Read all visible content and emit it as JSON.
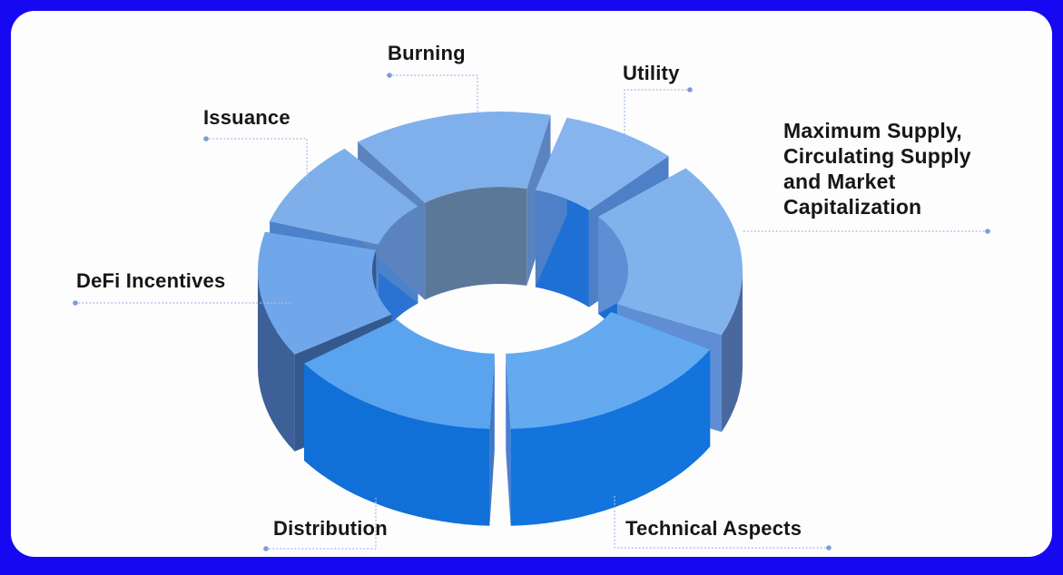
{
  "colors": {
    "frame_border": "#1708F2",
    "card_bg": "#FDFDFE",
    "label_text": "#161616",
    "leader_line": "#A9BFE3",
    "leader_dot": "#7F9BD6"
  },
  "labels": {
    "burning": "Burning",
    "utility": "Utility",
    "issuance": "Issuance",
    "max_supply": "Maximum Supply,\nCirculating Supply\nand Market\nCapitalization",
    "defi": "DeFi Incentives",
    "distribution": "Distribution",
    "technical": "Technical Aspects"
  },
  "chart_data": {
    "type": "ring-diagram",
    "description": "3D segmented donut ring with 7 labeled segments",
    "segments": [
      {
        "id": "issuance",
        "label": "Issuance",
        "a0": -72,
        "a1": -40,
        "colors": {
          "top": "#7EAFEA",
          "inner": "#2A73D2",
          "cut": "#4C82CA"
        }
      },
      {
        "id": "burning",
        "label": "Burning",
        "a0": -36,
        "a1": 12,
        "colors": {
          "top": "#7FB0EB",
          "inner": "#5C7899",
          "cut": "#5B84BE"
        }
      },
      {
        "id": "utility",
        "label": "Utility",
        "a0": 16,
        "a1": 44,
        "colors": {
          "top": "#85B4EF",
          "inner": "#1E70D5",
          "cut": "#4D80C6"
        }
      },
      {
        "id": "max_supply",
        "label": "Maximum Supply, Circulating Supply and Market Capitalization",
        "a0": 50,
        "a1": 114,
        "colors": {
          "top": "#82B2EC",
          "inner": "#186DD2",
          "cut": "#5F8ED4",
          "outer": "#49699E"
        }
      },
      {
        "id": "technical",
        "label": "Technical Aspects",
        "a0": 120,
        "a1": 177.5,
        "colors": {
          "top": "#63AAF1",
          "cut": "#4C80D0",
          "outer": "#1274DC"
        }
      },
      {
        "id": "distribution",
        "label": "Distribution",
        "a0": 182.5,
        "a1": 234,
        "colors": {
          "top": "#5AA4EF",
          "cut": "#3F78C6",
          "outer": "#1170D7"
        }
      },
      {
        "id": "defi",
        "label": "DeFi Incentives",
        "a0": 238,
        "a1": 284,
        "colors": {
          "top": "#70A7EA",
          "inner": "#2767BC",
          "cut": "#33598F",
          "outer": "#3E6098"
        }
      }
    ]
  }
}
